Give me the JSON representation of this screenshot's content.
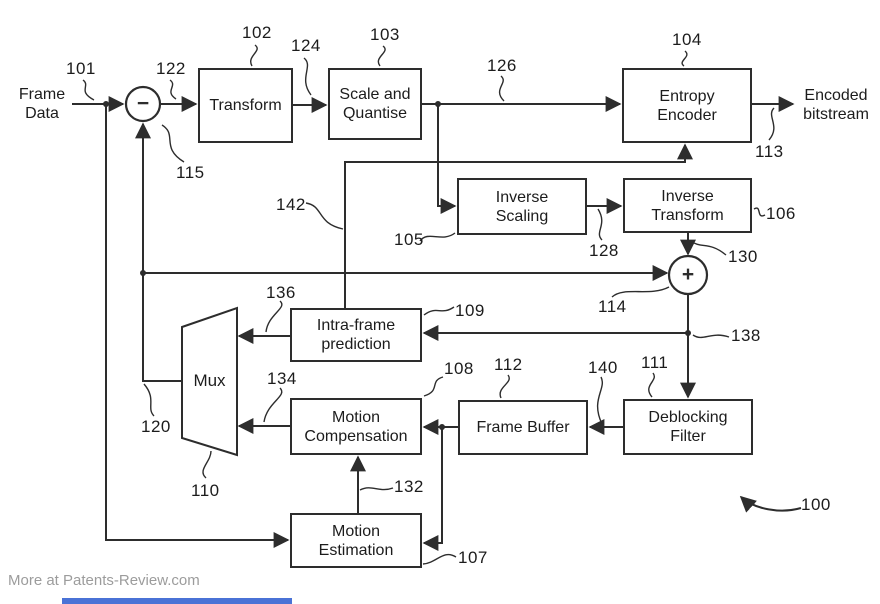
{
  "watermark": "More at Patents-Review.com",
  "io": {
    "frame_data": {
      "lines": [
        "Frame",
        "Data"
      ]
    },
    "encoded_bitstream": {
      "lines": [
        "Encoded",
        "bitstream"
      ]
    }
  },
  "operators": {
    "subtract": "−",
    "add": "+"
  },
  "blocks": {
    "transform": {
      "lines": [
        "Transform"
      ]
    },
    "scale_quantise": {
      "lines": [
        "Scale and",
        "Quantise"
      ]
    },
    "entropy_encoder": {
      "lines": [
        "Entropy",
        "Encoder"
      ]
    },
    "inverse_scaling": {
      "lines": [
        "Inverse",
        "Scaling"
      ]
    },
    "inverse_transform": {
      "lines": [
        "Inverse",
        "Transform"
      ]
    },
    "intra_prediction": {
      "lines": [
        "Intra-frame",
        "prediction"
      ]
    },
    "mux": {
      "lines": [
        "Mux"
      ]
    },
    "motion_compensation": {
      "lines": [
        "Motion",
        "Compensation"
      ]
    },
    "frame_buffer": {
      "lines": [
        "Frame Buffer"
      ]
    },
    "deblocking_filter": {
      "lines": [
        "Deblocking",
        "Filter"
      ]
    },
    "motion_estimation": {
      "lines": [
        "Motion",
        "Estimation"
      ]
    }
  },
  "refs": {
    "r100": "100",
    "r101": "101",
    "r102": "102",
    "r103": "103",
    "r104": "104",
    "r105": "105",
    "r106": "106",
    "r107": "107",
    "r108": "108",
    "r109": "109",
    "r110": "110",
    "r111": "111",
    "r112": "112",
    "r113": "113",
    "r114": "114",
    "r115": "115",
    "r120": "120",
    "r122": "122",
    "r124": "124",
    "r126": "126",
    "r128": "128",
    "r130": "130",
    "r132": "132",
    "r134": "134",
    "r136": "136",
    "r138": "138",
    "r140": "140",
    "r142": "142"
  },
  "colors": {
    "line": "#2d2d2d",
    "text": "#1c1c1c",
    "watermark": "#9c9c9c",
    "highlight_bar": "#4a72d6",
    "background": "#ffffff"
  }
}
